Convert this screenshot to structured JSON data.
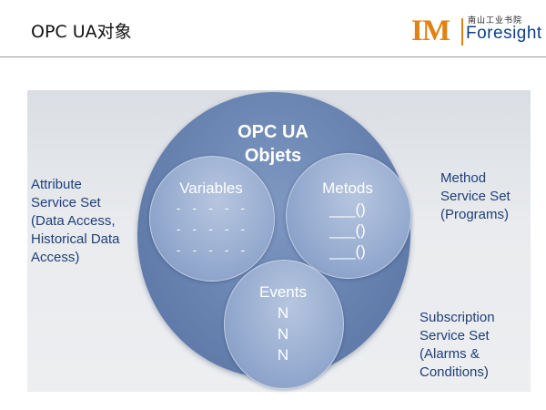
{
  "header": {
    "title": "OPC UA对象",
    "logo": {
      "mark": "IM",
      "tagline": "南山工业书院",
      "wordmark": "Foresight",
      "colors": {
        "mark": "#e3810f",
        "wordmark": "#0d3f8c"
      }
    }
  },
  "diagram": {
    "center_title": [
      "OPC UA",
      "Objets"
    ],
    "variables": {
      "heading": "Variables",
      "lines": [
        "- - - - -",
        "- - - - -",
        "- - - - -"
      ]
    },
    "methods": {
      "heading": "Metods",
      "lines": [
        "___()",
        "___()",
        "___()"
      ]
    },
    "events": {
      "heading": "Events",
      "lines": [
        "N",
        "N",
        "N"
      ]
    },
    "attribute_service": [
      "Attribute",
      "Service Set",
      "(Data Access,",
      "Historical Data",
      "Access)"
    ],
    "method_service": [
      "Method",
      "Service Set",
      "(Programs)"
    ],
    "subscription_service": [
      "Subscription",
      "Service Set",
      "(Alarms &",
      "Conditions)"
    ],
    "colors": {
      "big_circle": "#6882b0",
      "small_circle": "#97acd0",
      "label_text": "#1e3f7a"
    }
  }
}
